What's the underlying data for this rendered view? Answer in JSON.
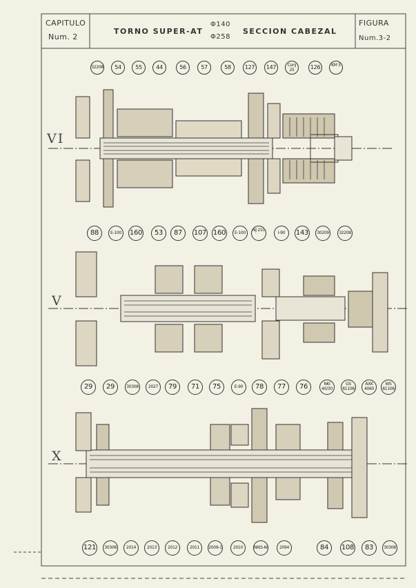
{
  "header": {
    "chapter_label": "CAPITULO",
    "chapter_num": "Num. 2",
    "title": "TORNO SUPER-AT",
    "diam1": "Φ140",
    "diam2": "Φ258",
    "subtitle": "SECCION CABEZAL",
    "figure_label": "FIGURA",
    "figure_num": "Num.3-2"
  },
  "shafts": {
    "vi": "VI",
    "v": "V",
    "x": "X"
  },
  "labels_vi_top": [
    "32208",
    "54",
    "55",
    "44",
    "56",
    "57",
    "58",
    "127",
    "147",
    "Conj 25",
    "126",
    "KM 5"
  ],
  "labels_vi_bottom": [
    "88",
    "E-100",
    "160",
    "53",
    "87",
    "107",
    "160",
    "E-100",
    "NJ 210",
    "I-90",
    "143",
    "30209",
    "32208"
  ],
  "labels_v_bottom": [
    "29",
    "29",
    "30308",
    "2027",
    "79",
    "71",
    "75",
    "E-90",
    "78",
    "77",
    "76",
    "NKI 40/30",
    "GS 81108",
    "AXK 4060",
    "WS 81108"
  ],
  "labels_x_bottom": [
    "121",
    "30308",
    "2014",
    "2013",
    "2012",
    "2011",
    "2009-1",
    "2010",
    "NKIS-60",
    "2094",
    "84",
    "108",
    "83",
    "30308"
  ]
}
